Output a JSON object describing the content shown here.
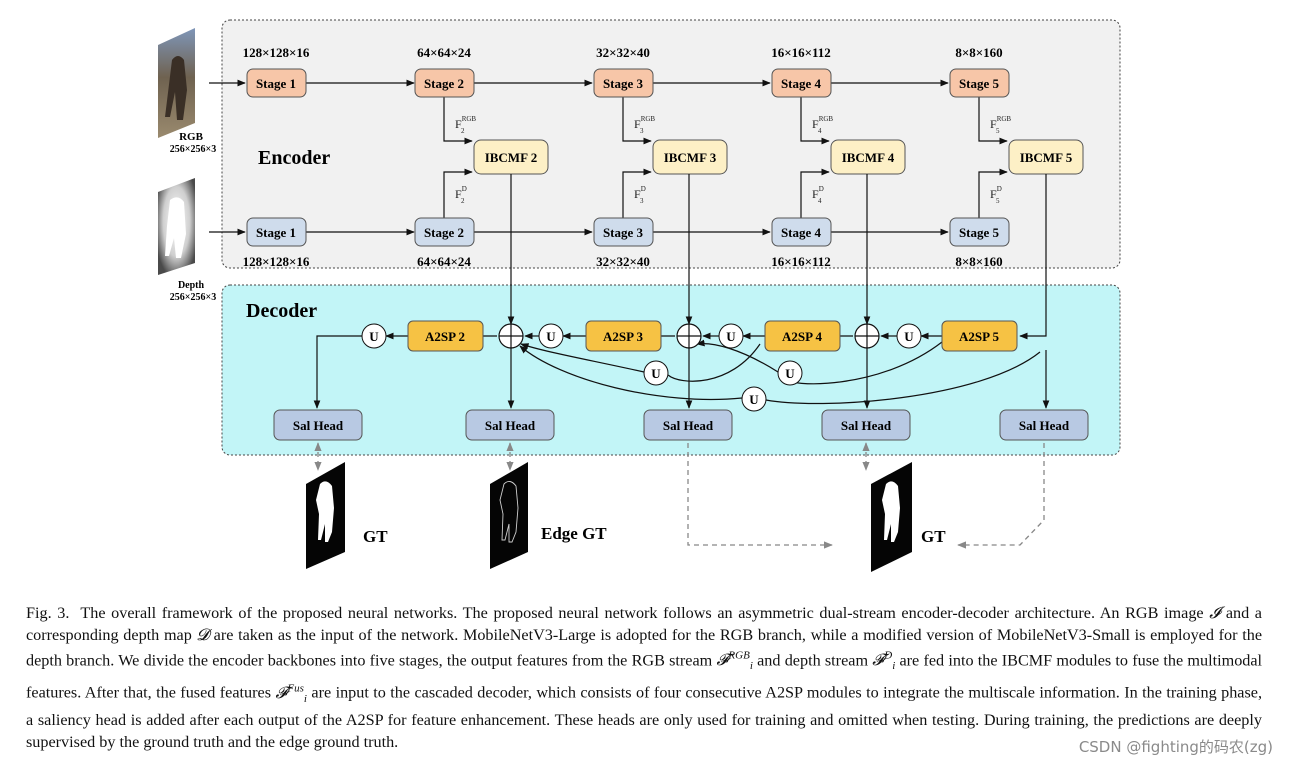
{
  "inputs": {
    "rgb_label": "RGB",
    "rgb_size": "256×256×3",
    "depth_label": "Depth",
    "depth_size": "256×256×3"
  },
  "encoder": {
    "title": "Encoder",
    "rgb_stages": [
      "Stage 1",
      "Stage 2",
      "Stage 3",
      "Stage 4",
      "Stage 5"
    ],
    "depth_stages": [
      "Stage 1",
      "Stage 2",
      "Stage 3",
      "Stage 4",
      "Stage 5"
    ],
    "rgb_dims": [
      "128×128×16",
      "64×64×24",
      "32×32×40",
      "16×16×112",
      "8×8×160"
    ],
    "depth_dims": [
      "128×128×16",
      "64×64×24",
      "32×32×40",
      "16×16×112",
      "8×8×160"
    ],
    "ibcmf": [
      "IBCMF 2",
      "IBCMF 3",
      "IBCMF 4",
      "IBCMF 5"
    ],
    "rgb_feature_base": [
      "F",
      "F",
      "F",
      "F"
    ],
    "rgb_feature_sup": "RGB",
    "rgb_feature_sub": [
      "2",
      "3",
      "4",
      "5"
    ],
    "depth_feature_sup": "D",
    "depth_feature_sub": [
      "2",
      "3",
      "4",
      "5"
    ]
  },
  "decoder": {
    "title": "Decoder",
    "a2sp": [
      "A2SP 2",
      "A2SP 3",
      "A2SP 4",
      "A2SP 5"
    ],
    "upsample_symbol": "U",
    "sal_heads": [
      "Sal Head",
      "Sal Head",
      "Sal Head",
      "Sal Head",
      "Sal Head"
    ]
  },
  "supervision": {
    "gt_left": "GT",
    "edge_gt": "Edge GT",
    "gt_right": "GT"
  },
  "caption": {
    "lead": "Fig. 3.",
    "p1": "The overall framework of the proposed neural networks. The proposed neural network follows an asymmetric dual-stream encoder-decoder architecture. An RGB image",
    "sym_I": "𝓘",
    "p2": "and a corresponding depth map",
    "sym_D": "𝓓",
    "p3": "are taken as the input of the network. MobileNetV3-Large is adopted for the RGB branch, while a modified version of MobileNetV3-Small is employed for the depth branch. We divide the encoder backbones into five stages, the output features from the RGB stream",
    "sym_F": "𝓕",
    "sup_rgb": "RGB",
    "sub_i": "i",
    "p4": "and depth stream",
    "sup_d": "D",
    "p5": "are fed into the IBCMF modules to fuse the multimodal features. After that, the fused features",
    "sup_fus": "Fus",
    "p6": "are input to the cascaded decoder, which consists of four consecutive A2SP modules to integrate the multiscale information. In the training phase, a saliency head is added after each output of the A2SP for feature enhancement. These heads are only used for training and omitted when testing. During training, the predictions are deeply supervised by the ground truth and the edge ground truth."
  },
  "watermark": "CSDN @fighting的码农(zg)",
  "colors": {
    "stage_rgb": "#f7c6a8",
    "stage_depth": "#cfdcec",
    "ibcmf": "#fdf0c6",
    "a2sp": "#f6c244",
    "sal_head": "#b8c9e3",
    "encoder_bg": "#f1f1f1",
    "decoder_bg": "#c2f5f7"
  }
}
